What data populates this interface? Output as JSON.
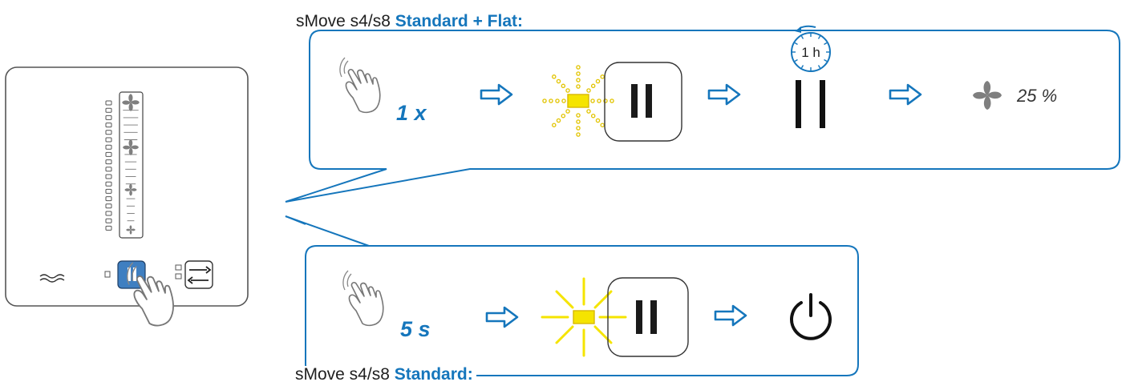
{
  "colors": {
    "accent": "#1576bc",
    "button_fill": "#3f7fc1",
    "led_yellow": "#f5e400",
    "led_yellow_stroke": "#d8b800",
    "frame": "#555555",
    "ink": "#1f1f1f"
  },
  "top_panel": {
    "label_prefix": "sMove s4/s8 ",
    "label_highlight": "Standard + Flat:",
    "press_count": "1 x",
    "timer_label": "1 h",
    "result_value": "25 %",
    "icons": [
      "hand-press-icon",
      "arrow-right-icon",
      "blinking-led-icon",
      "pause-button-icon",
      "timer-icon",
      "pause-icon",
      "fan-icon"
    ]
  },
  "bottom_panel": {
    "label_prefix": "sMove s4/s8 ",
    "label_highlight": "Standard:",
    "press_duration": "5 s",
    "icons": [
      "hand-press-icon",
      "arrow-right-icon",
      "blinking-led-icon",
      "pause-button-icon",
      "power-icon"
    ]
  },
  "device": {
    "fan_levels": 4,
    "led_count": 18,
    "active_button": "pause",
    "icons": [
      "fan-icon",
      "comfort-mode-icon",
      "pause-button-icon",
      "direction-toggle-icon",
      "hand-press-icon"
    ]
  }
}
